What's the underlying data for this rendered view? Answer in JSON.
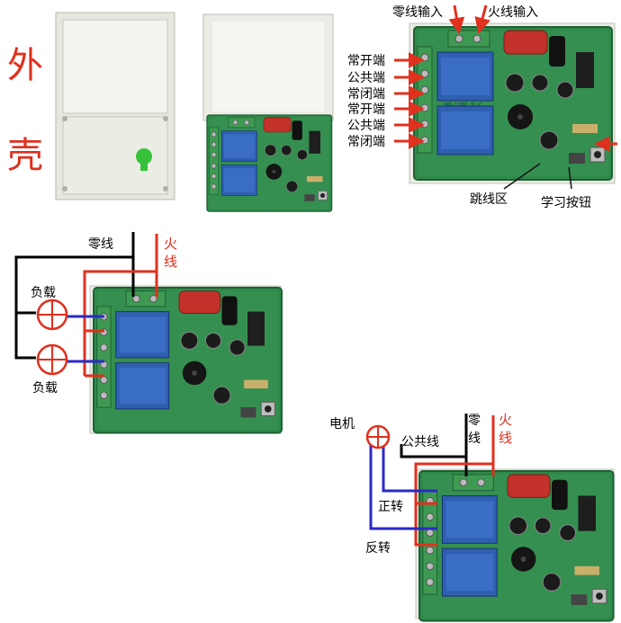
{
  "enclosure_label": [
    "外",
    "壳"
  ],
  "top_board": {
    "neutral_input": "零线输入",
    "live_input": "火线输入",
    "terminals": [
      "常开端",
      "公共端",
      "常闭端",
      "常开端",
      "公共端",
      "常闭端"
    ],
    "jumper_area": "跳线区",
    "learn_button": "学习按钮"
  },
  "lamp_diagram": {
    "neutral": "零线",
    "live": [
      "火",
      "线"
    ],
    "load_top": "负载",
    "load_bottom": "负载"
  },
  "motor_diagram": {
    "motor": "电机",
    "common_wire": "公共线",
    "neutral": [
      "零",
      "线"
    ],
    "live": [
      "火",
      "线"
    ],
    "forward": "正转",
    "reverse": "反转"
  },
  "relay_marking": "SRD-12VDC-SL-C",
  "colors": {
    "board_green": "#2f8a4a",
    "relay_blue": "#2e5fb0",
    "terminal_green": "#3e9a52",
    "capacitor_red": "#c2322a",
    "wire_red": "#e0301e",
    "wire_blue": "#2a2ac8",
    "wire_black": "#000000",
    "enclosure": "#e6e7df"
  }
}
